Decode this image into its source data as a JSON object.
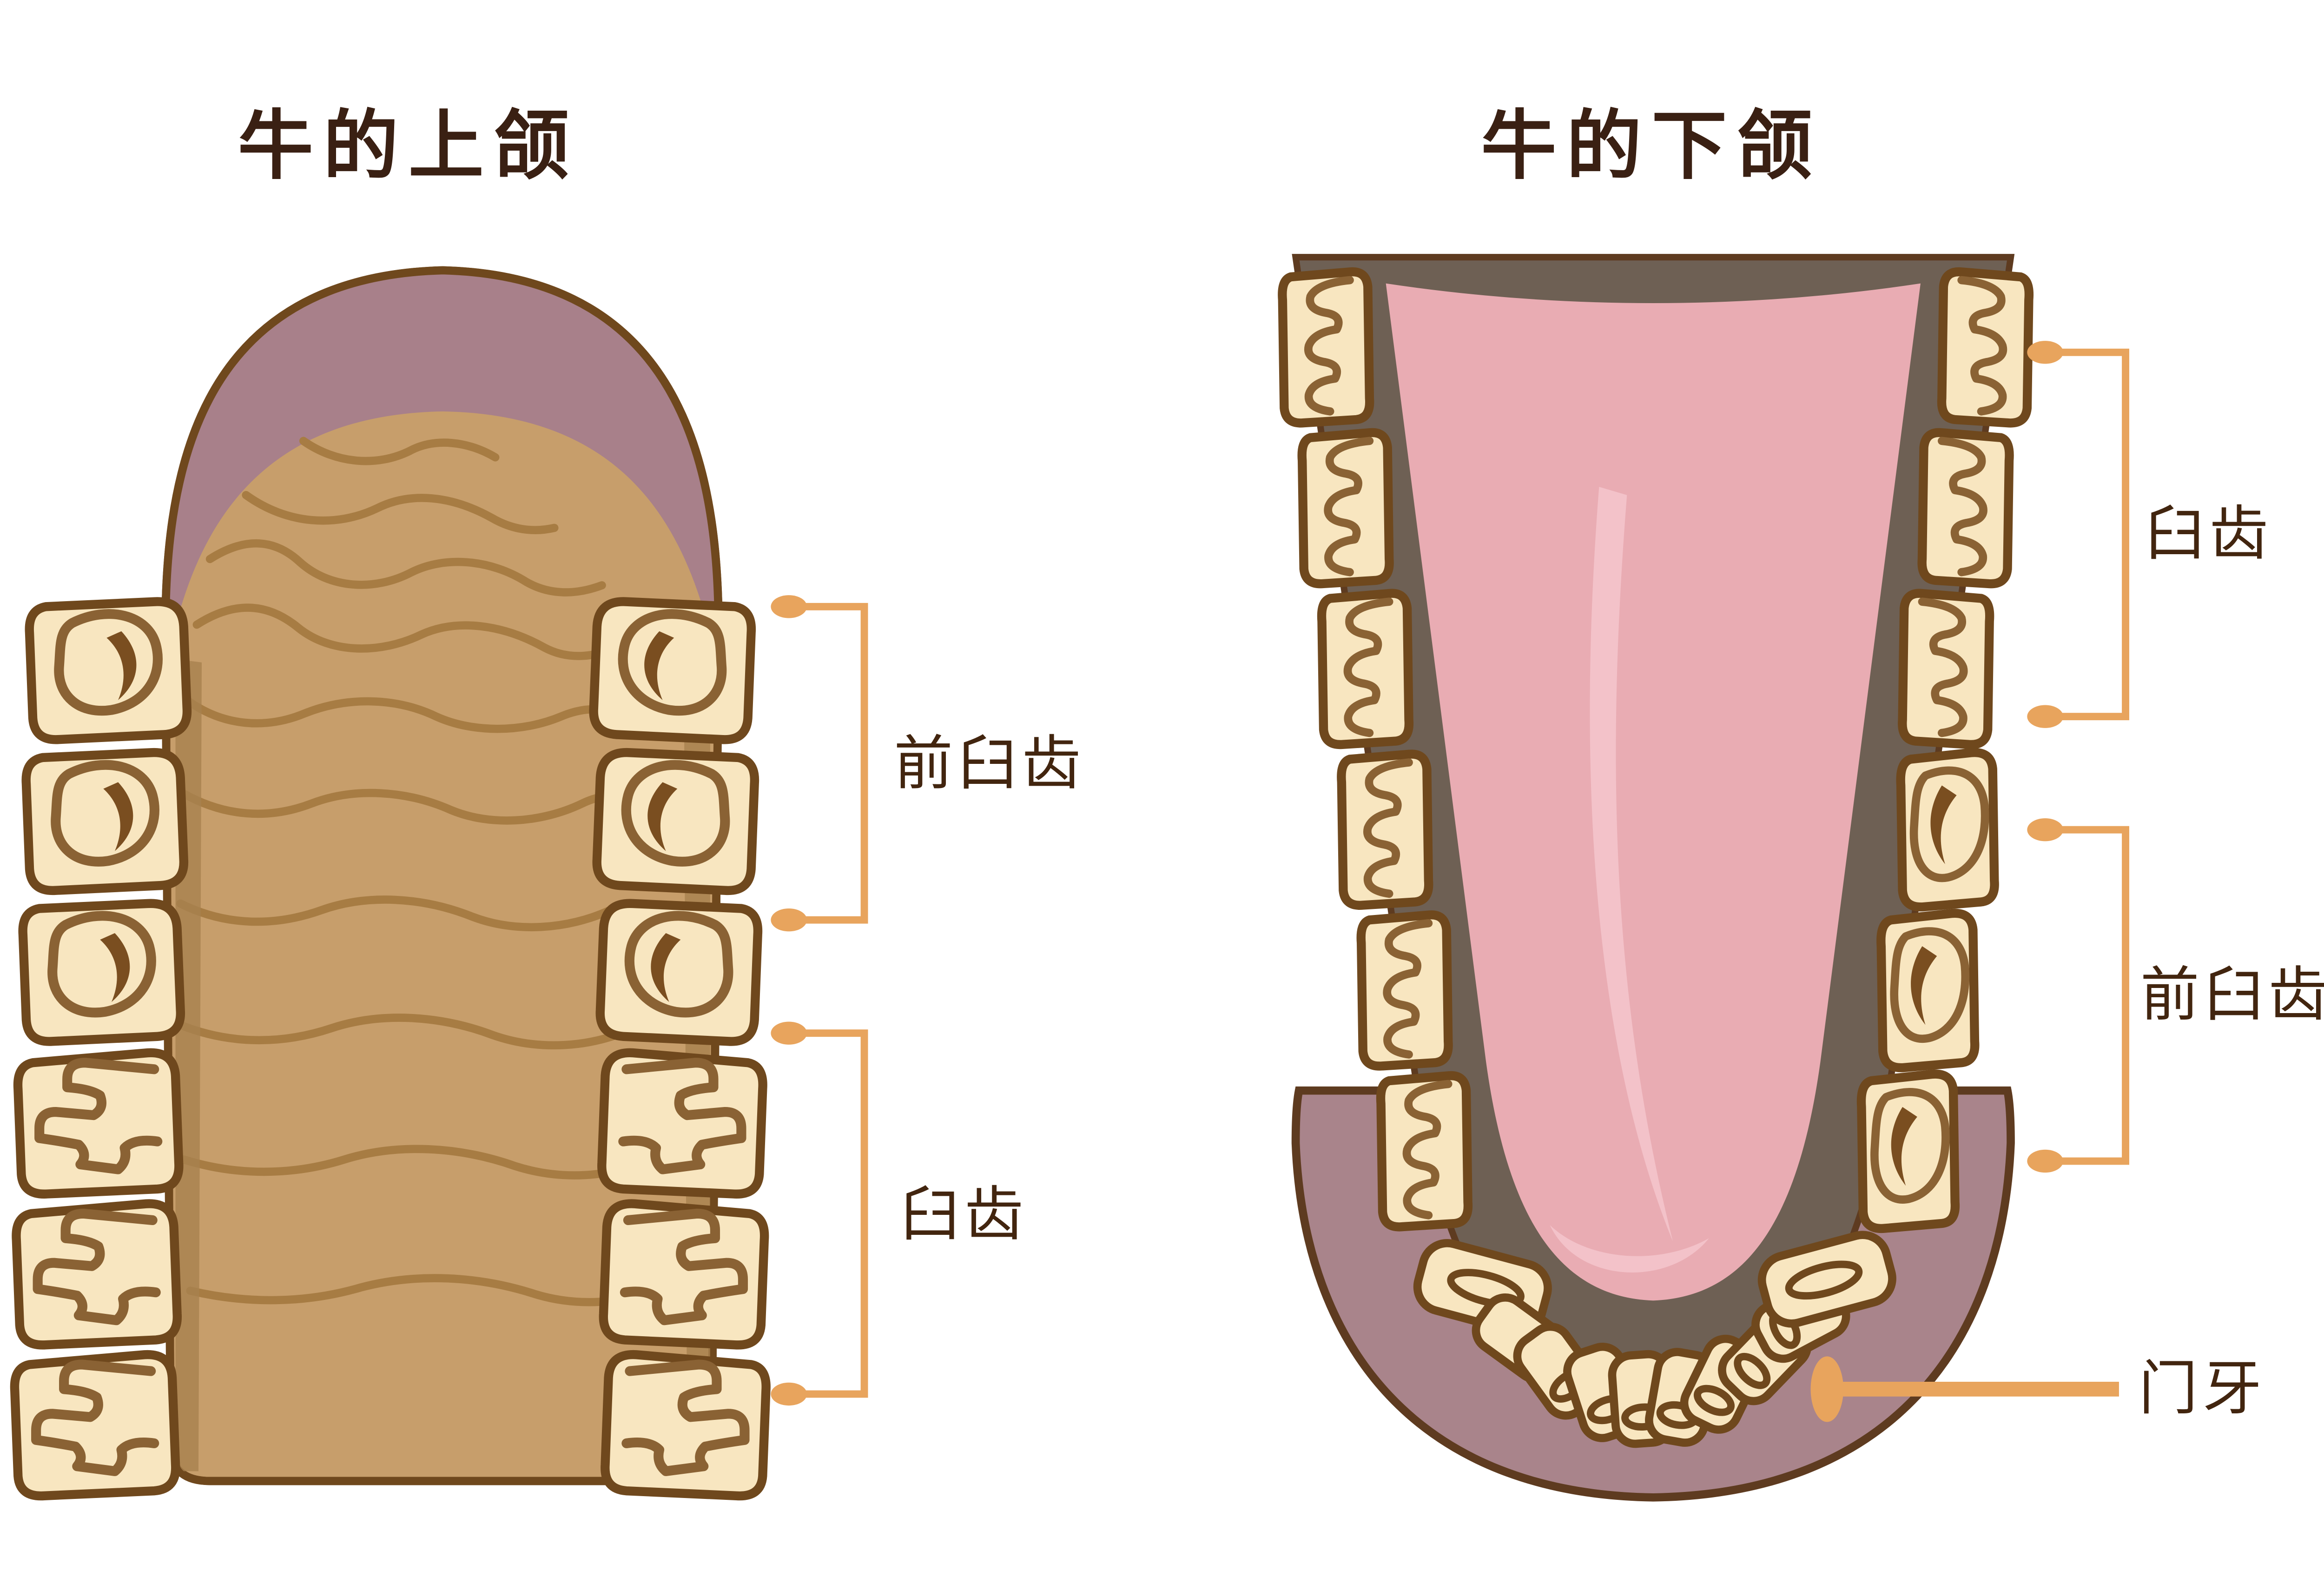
{
  "titles": {
    "upper_jaw": "牛的上颌",
    "lower_jaw": "牛的下颌"
  },
  "labels": {
    "upper_premolar": "前臼齿",
    "upper_molar": "臼齿",
    "lower_molar": "臼齿",
    "lower_premolar": "前臼齿",
    "lower_incisor": "门牙"
  },
  "colors": {
    "accent": "#E8A45D",
    "title_text": "#3A2013",
    "label_text": "#42250F",
    "tooth_fill": "#F8E6C0",
    "tooth_outline": "#6F481D",
    "tooth_pattern": "#8A6234",
    "crescent": "#7A4E20",
    "palate": "#C79E6B",
    "ridge": "#A77C43",
    "palate_shade": "#A8814F",
    "pad": "#A8808A",
    "outline": "#6F481D",
    "tongue": "#E9ACB3",
    "tongue_hl": "#F3C2C9",
    "dark_band": "#6E6054",
    "gum": "#A9848B",
    "gum_outline": "#5E3B20",
    "bg": "#FFFFFF"
  }
}
